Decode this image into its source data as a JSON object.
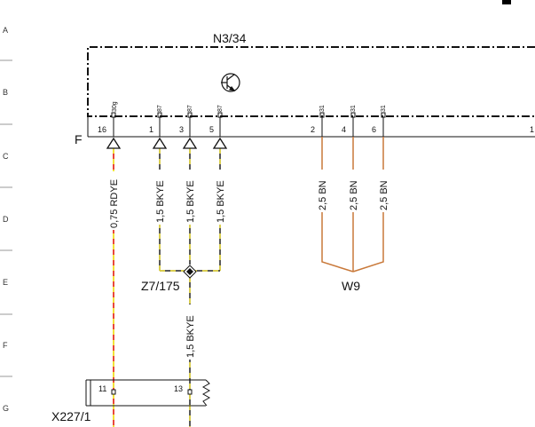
{
  "grid_rows": [
    "A",
    "B",
    "C",
    "D",
    "E",
    "F",
    "G"
  ],
  "components": {
    "control_unit": "N3/34",
    "connector_f": "F",
    "splice": "Z7/175",
    "ground": "W9",
    "connector_x": "X227/1"
  },
  "pins_top": [
    {
      "pin": "16",
      "terminal": "30g"
    },
    {
      "pin": "1",
      "terminal": "87"
    },
    {
      "pin": "3",
      "terminal": "87"
    },
    {
      "pin": "5",
      "terminal": "87"
    },
    {
      "pin": "2",
      "terminal": "31"
    },
    {
      "pin": "4",
      "terminal": "31"
    },
    {
      "pin": "6",
      "terminal": "31"
    },
    {
      "pin": "1",
      "terminal": ""
    }
  ],
  "wires": {
    "w16": "0,75 RDYE",
    "w1": "1,5 BKYE",
    "w3": "1,5 BKYE",
    "w5": "1,5 BKYE",
    "w2": "2,5 BN",
    "w4": "2,5 BN",
    "w6": "2,5 BN",
    "w_splice": "1,5 BKYE"
  },
  "pins_bottom": [
    "11",
    "13"
  ],
  "colors": {
    "red": "#e8483c",
    "yellow": "#f2e23a",
    "black": "#222222",
    "brown": "#c9793a",
    "frame": "#111111"
  }
}
